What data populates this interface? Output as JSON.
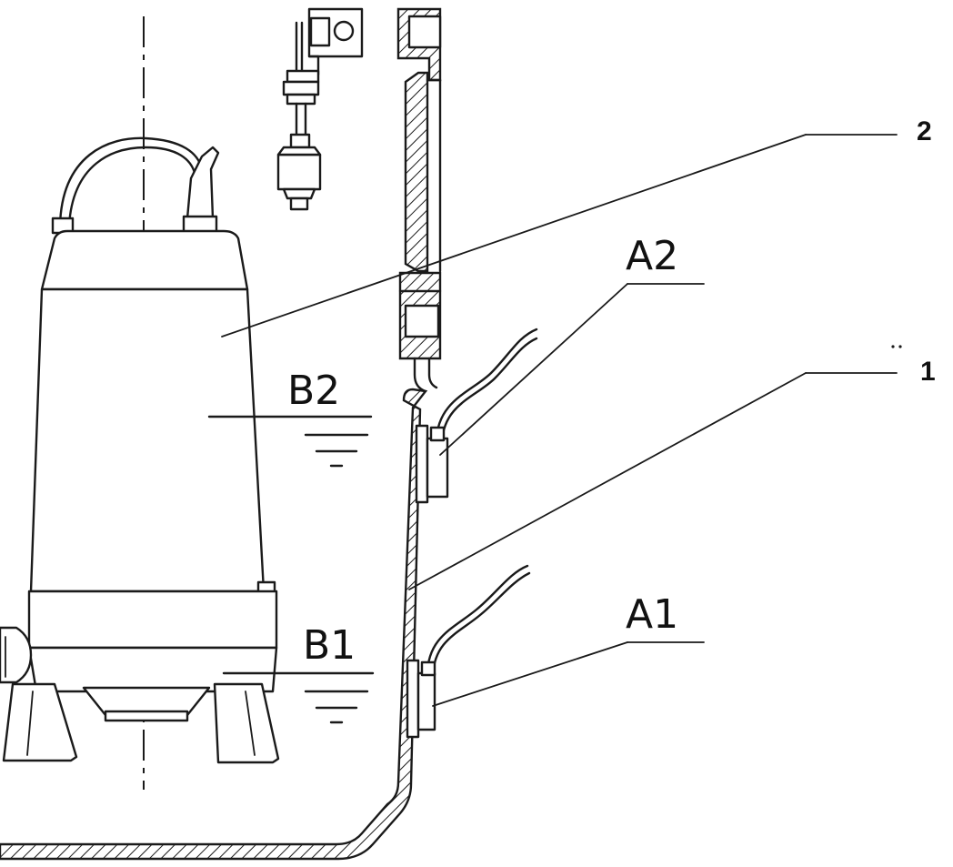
{
  "labels": {
    "part_2": "2",
    "part_1": "1",
    "sensor_a2": "A2",
    "sensor_a1": "A1",
    "level_b2": "B2",
    "level_b1": "B1"
  },
  "stroke_color": "#1a1a1a",
  "background_color": "#ffffff"
}
